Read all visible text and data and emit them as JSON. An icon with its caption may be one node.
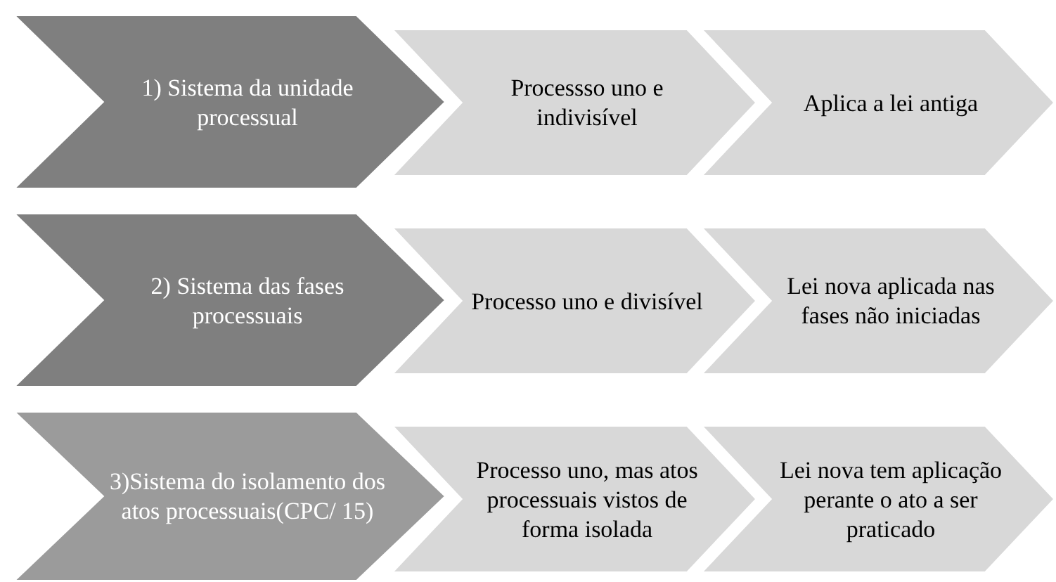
{
  "diagram": {
    "nodes": [
      {
        "text": [
          "1) Sistema da unidade processual"
        ]
      },
      {
        "text": [
          "Processso uno e indivisível"
        ]
      },
      {
        "text": [
          "Aplica a lei antiga"
        ]
      },
      {
        "text": [
          "2) Sistema das fases processuais"
        ]
      },
      {
        "text": [
          "Processo uno e divisível"
        ]
      },
      {
        "text": [
          "Lei nova aplicada nas fases não iniciadas"
        ]
      },
      {
        "text": [
          "3)Sistema do isolamento dos atos processuais(CPC/ 15)"
        ]
      },
      {
        "text": [
          "Processo uno, mas atos processuais vistos de forma isolada"
        ]
      },
      {
        "text": [
          "Lei nova tem aplicação perante o ato a ser praticado"
        ]
      }
    ]
  }
}
